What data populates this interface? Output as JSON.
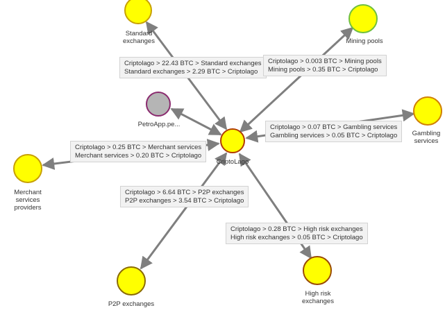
{
  "colors": {
    "edge": "#7f7f7f",
    "node_fill": "#ffff00",
    "node_stroke_default": "#c8a000",
    "node_stroke_hub": "#b03a00",
    "node_stroke_mining": "#6fbf3f",
    "node_stroke_gambling": "#d08000",
    "node_fill_unknown": "#b5b5b5",
    "node_stroke_unknown": "#8a2a6e"
  },
  "nodes": {
    "hub": {
      "label": "CriptoLago"
    },
    "standard": {
      "label_lines": [
        "Standard",
        "exchanges"
      ]
    },
    "mining": {
      "label_lines": [
        "Mining pools"
      ]
    },
    "petro": {
      "label_lines": [
        "PetroApp.pe..."
      ]
    },
    "gambling": {
      "label_lines": [
        "Gambling",
        "services"
      ]
    },
    "merchant": {
      "label_lines": [
        "Merchant",
        "services",
        "providers"
      ]
    },
    "p2p": {
      "label_lines": [
        "P2P exchanges"
      ]
    },
    "highrisk": {
      "label_lines": [
        "High risk",
        "exchanges"
      ]
    }
  },
  "flows": {
    "standard": [
      "Criptolago > 22.43 BTC > Standard exchanges",
      "Standard exchanges > 2.29 BTC > Criptolago"
    ],
    "mining": [
      "Criptolago > 0.003 BTC > Mining pools",
      "Mining pools > 0.35 BTC > Criptolago"
    ],
    "gambling": [
      "Criptolago > 0.07 BTC > Gambling services",
      "Gambling services > 0.05 BTC > Criptolago"
    ],
    "merchant": [
      "Criptolago > 0.25 BTC > Merchant services",
      "Merchant services > 0.20 BTC > Criptolago"
    ],
    "p2p": [
      "Criptolago > 6.64 BTC > P2P exchanges",
      "P2P exchanges > 3.54 BTC > Criptolago"
    ],
    "highrisk": [
      "Criptolago > 0.28 BTC > High risk exchanges",
      "High risk exchanges > 0.05 BTC > Criptolago"
    ]
  }
}
